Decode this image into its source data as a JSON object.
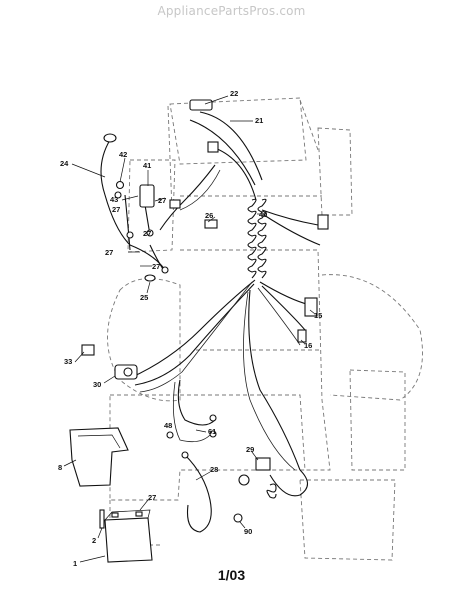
{
  "watermark": "AppliancePartsPros.com",
  "page_number": "1/03",
  "callouts": {
    "c22": "22",
    "c21": "21",
    "c24": "24",
    "c42": "42",
    "c41": "41",
    "c43": "43",
    "c27a": "27",
    "c27b": "27",
    "c27c": "27",
    "c27d": "27",
    "c27e": "27",
    "c26": "26",
    "c40": "40",
    "c25": "25",
    "c33": "33",
    "c30": "30",
    "c15": "15",
    "c16": "16",
    "c8": "8",
    "c61": "61",
    "c48": "48",
    "c28": "28",
    "c29": "29",
    "c2": "2",
    "c1": "1",
    "c90": "90"
  }
}
